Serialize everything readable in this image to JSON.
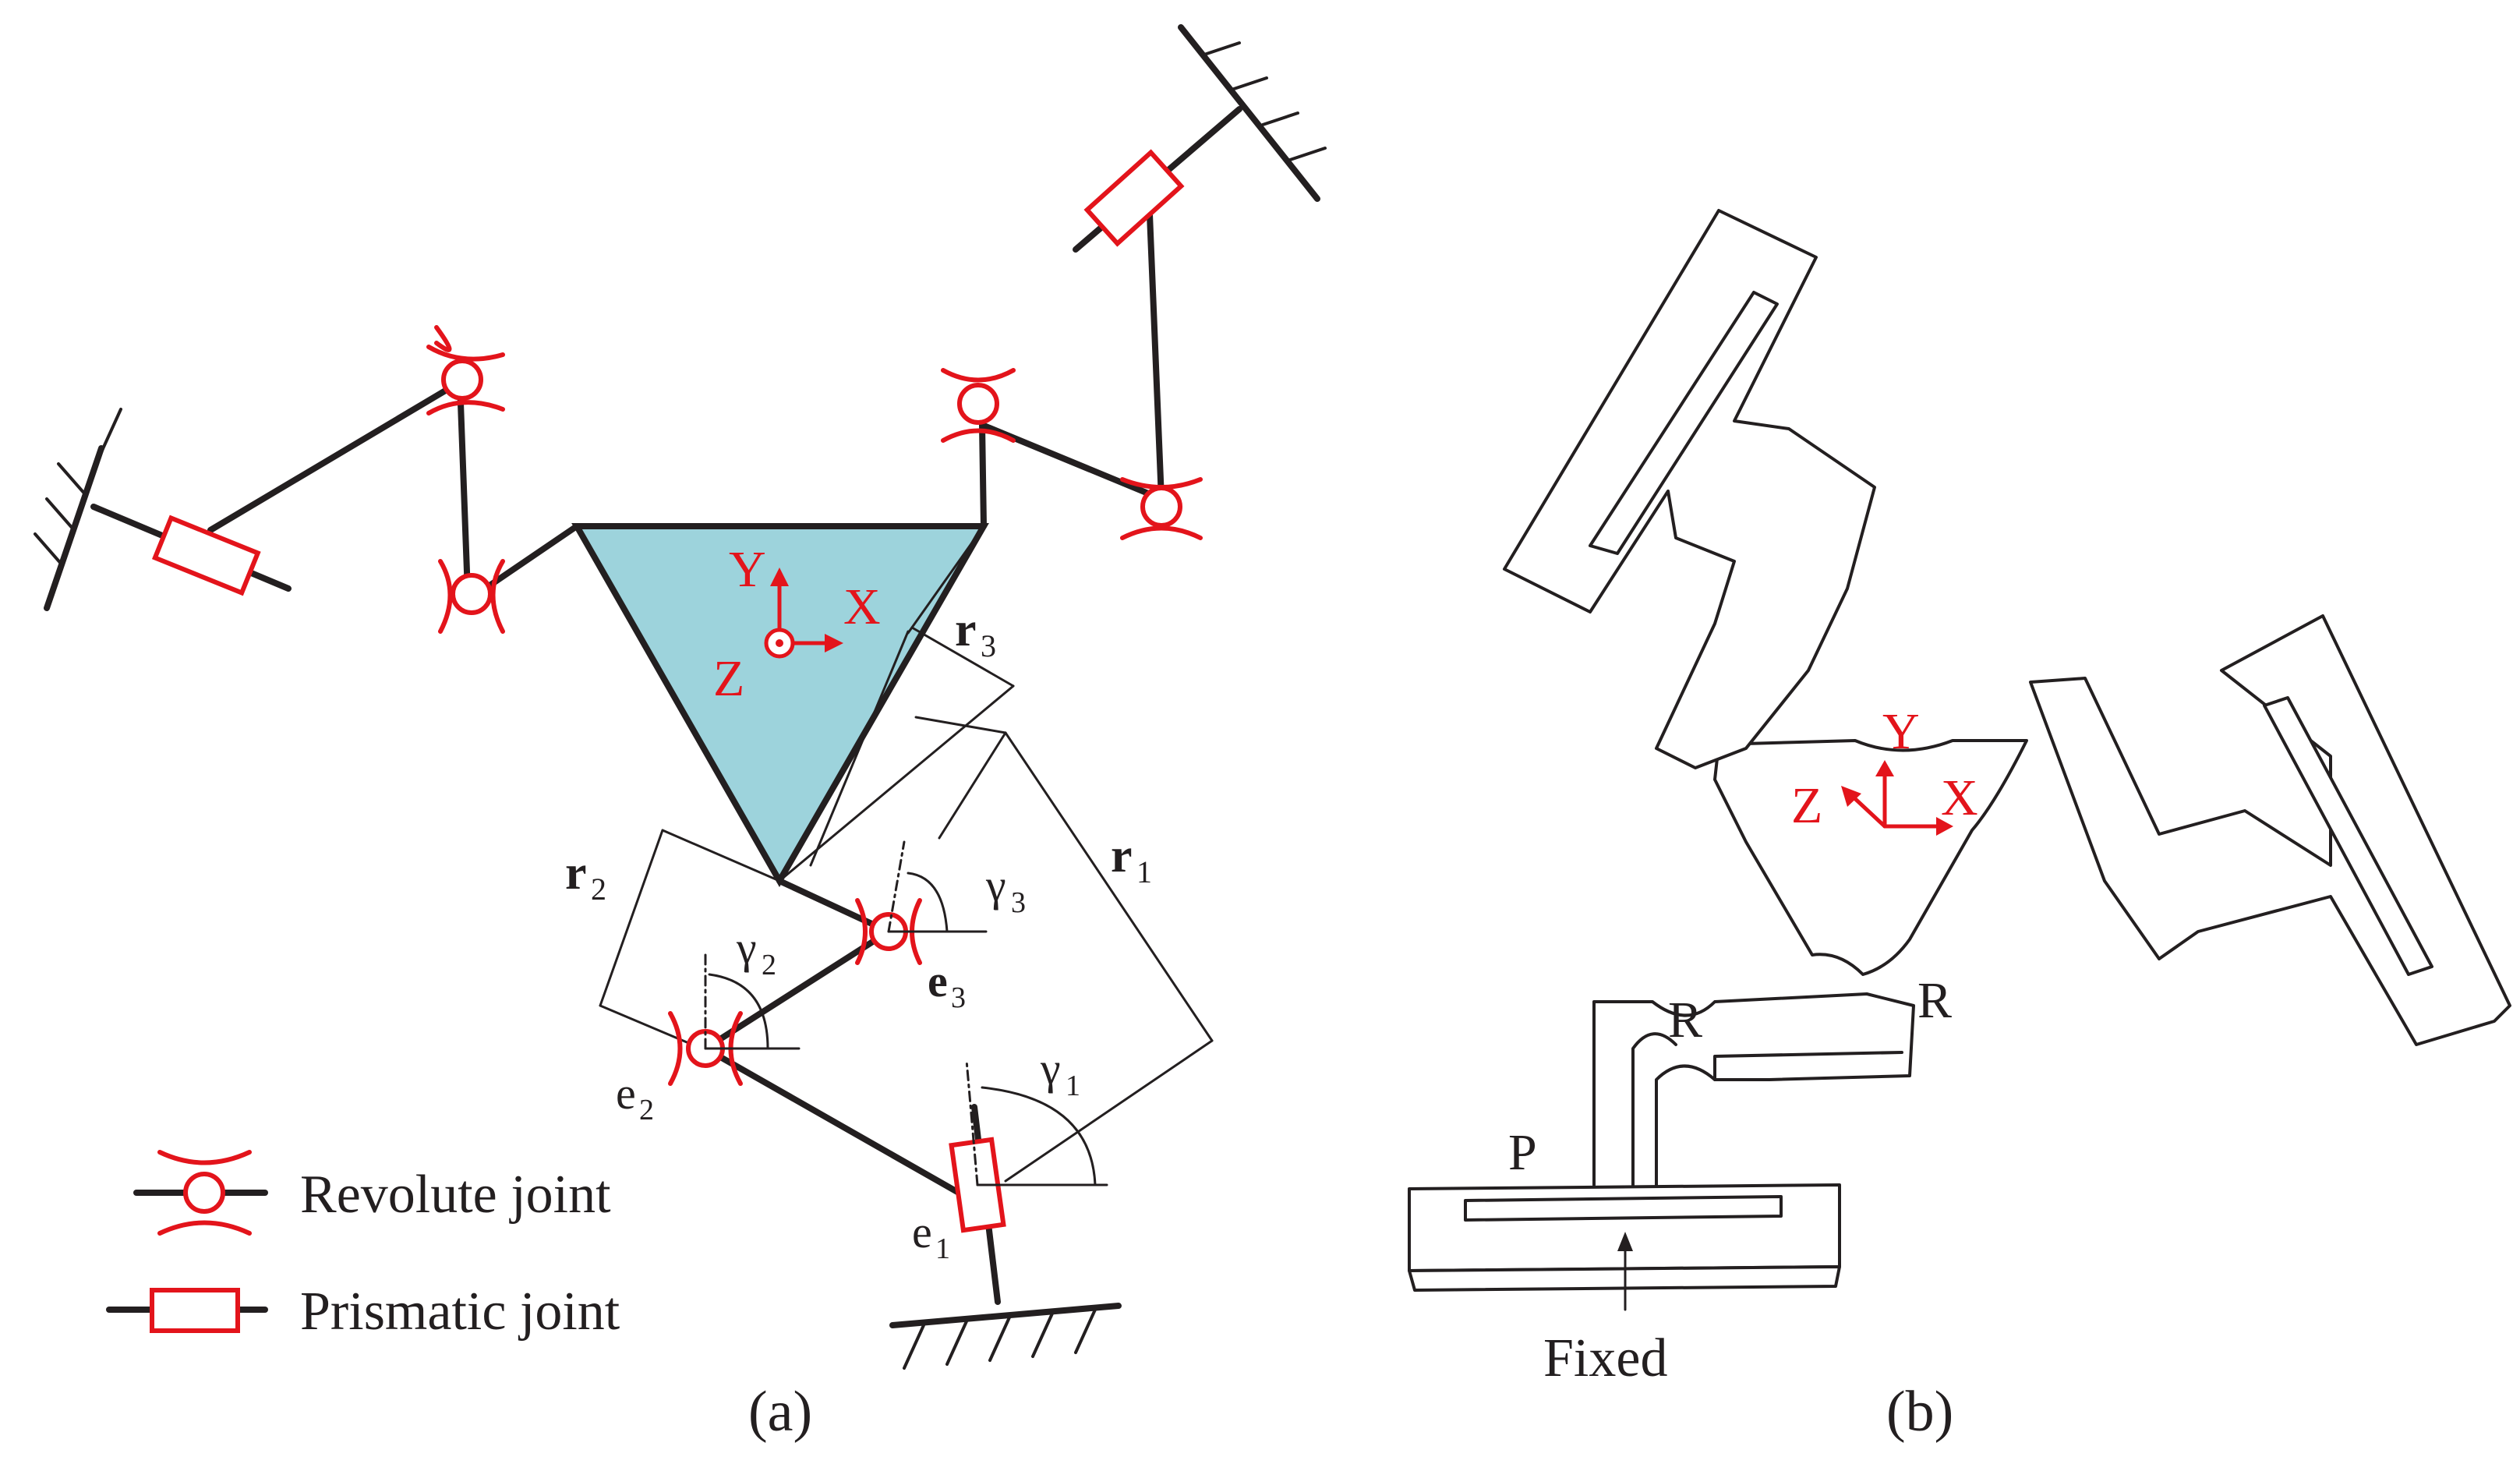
{
  "panel_a": {
    "caption": "(a)",
    "frame_axes": {
      "y": "Y",
      "x": "X",
      "z": "Z"
    },
    "vectors": {
      "r1": "r",
      "r1_sub": "1",
      "r2": "r",
      "r2_sub": "2",
      "r3": "r",
      "r3_sub": "3"
    },
    "angles": {
      "g1": "γ",
      "g1_sub": "1",
      "g2": "γ",
      "g2_sub": "2",
      "g3": "γ",
      "g3_sub": "3"
    },
    "joints": {
      "e1": "e",
      "e1_sub": "1",
      "e2": "e",
      "e2_sub": "2",
      "e3": "e",
      "e3_sub": "3"
    },
    "legend": {
      "revolute": "Revolute joint",
      "prismatic": "Prismatic joint"
    },
    "colors": {
      "platform": "#9dd3dc",
      "joint": "#e3141b",
      "line": "#231f20"
    }
  },
  "panel_b": {
    "caption": "(b)",
    "frame_axes": {
      "y": "Y",
      "x": "X",
      "z": "Z"
    },
    "labels": {
      "r_left": "R",
      "r_right": "R",
      "p": "P",
      "fixed": "Fixed"
    }
  }
}
